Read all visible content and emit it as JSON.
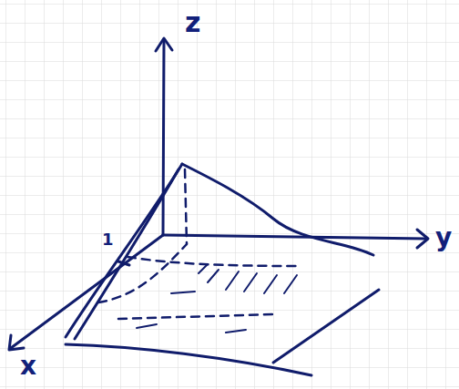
{
  "diagram": {
    "labels": [
      "z",
      "y",
      "x",
      "1"
    ]
  }
}
